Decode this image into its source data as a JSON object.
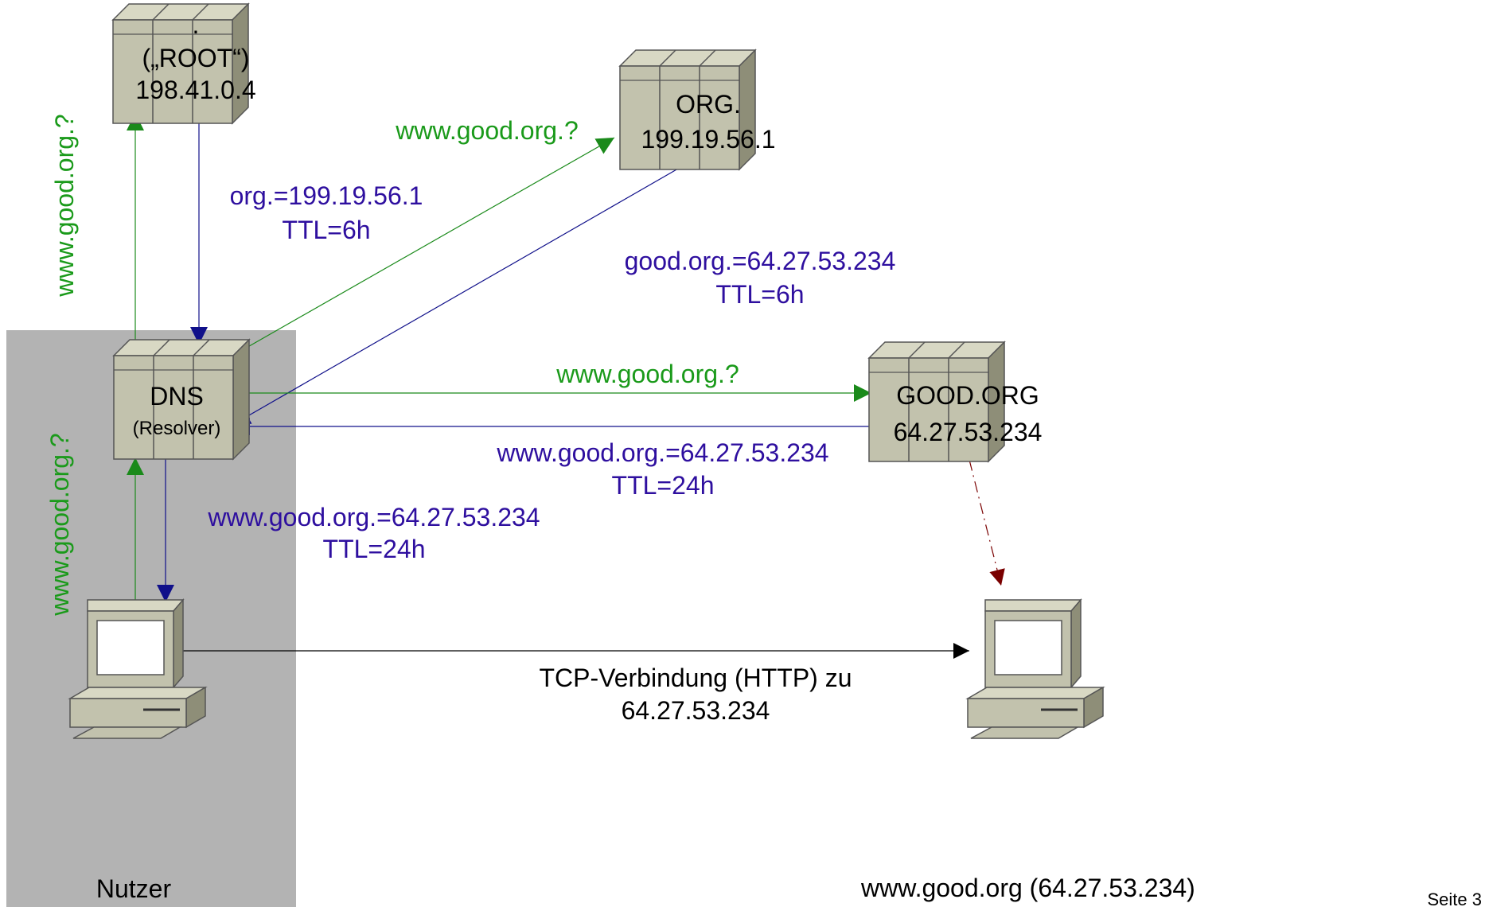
{
  "servers": {
    "root": {
      "line1": ".",
      "line2": "(„ROOT“)",
      "line3": "198.41.0.4"
    },
    "org": {
      "line1": "ORG.",
      "line2": "199.19.56.1"
    },
    "dns": {
      "line1": "DNS",
      "line2": "(Resolver)"
    },
    "good": {
      "line1": "GOOD.ORG",
      "line2": "64.27.53.234"
    }
  },
  "computers": {
    "user_label": "Nutzer",
    "target_label": "www.good.org (64.27.53.234)"
  },
  "messages": {
    "query_root": "www.good.org.?",
    "reply_root": {
      "line1": "org.=199.19.56.1",
      "line2": "TTL=6h"
    },
    "query_org": "www.good.org.?",
    "reply_org": {
      "line1": "good.org.=64.27.53.234",
      "line2": "TTL=6h"
    },
    "query_good": "www.good.org.?",
    "reply_good": {
      "line1": "www.good.org.=64.27.53.234",
      "line2": "TTL=24h"
    },
    "query_user": "www.good.org.?",
    "reply_user": {
      "line1": "www.good.org.=64.27.53.234",
      "line2": "TTL=24h"
    },
    "tcp": {
      "line1": "TCP-Verbindung (HTTP) zu",
      "line2": "64.27.53.234"
    }
  },
  "footer": {
    "page": "Seite 3"
  },
  "colors": {
    "query": "#1a9a1a",
    "reply": "#2e0f9f",
    "link": "#7a0000",
    "zone": "#b3b3b3",
    "server": "#c2c2ad"
  }
}
